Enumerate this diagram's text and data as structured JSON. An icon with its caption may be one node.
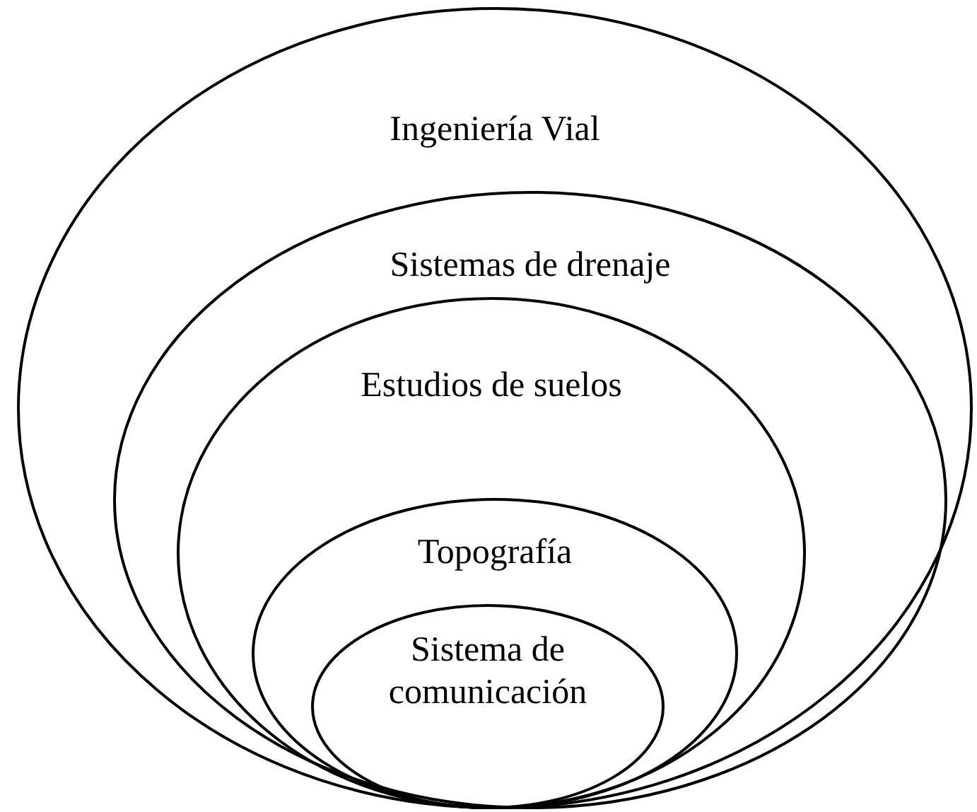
{
  "diagram": {
    "nodes": [
      {
        "text": [
          "Ingeniería Vial"
        ]
      },
      {
        "text": [
          "Sistemas de drenaje"
        ],
        "in": 0
      },
      {
        "text": [
          "Estudios de suelos"
        ],
        "in": 1
      },
      {
        "text": [
          "Topografía"
        ],
        "in": 2
      },
      {
        "text": [
          "Sistema de comunicación"
        ],
        "in": 3
      }
    ]
  }
}
